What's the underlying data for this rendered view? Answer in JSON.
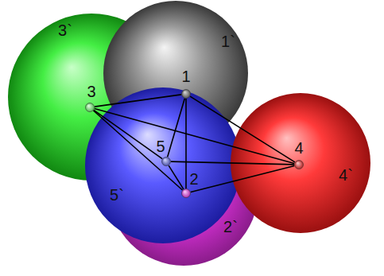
{
  "diagram": {
    "nodes": [
      {
        "text": [
          "3`"
        ]
      },
      {
        "text": [
          "3"
        ],
        "in": 0
      },
      {
        "text": [
          "1`"
        ]
      },
      {
        "text": [
          "1"
        ],
        "in": 2
      },
      {
        "text": [
          "5`"
        ]
      },
      {
        "text": [
          "5"
        ],
        "in": 4
      },
      {
        "text": [
          "2`"
        ]
      },
      {
        "text": [
          "2"
        ],
        "in": 6
      },
      {
        "text": [
          "4`"
        ]
      },
      {
        "text": [
          "4"
        ],
        "in": 8
      }
    ],
    "edges": [
      {
        "from": 1,
        "to": 3,
        "arrow": "none"
      },
      {
        "from": 1,
        "to": 9,
        "arrow": "none"
      },
      {
        "from": 1,
        "to": 5,
        "arrow": "none"
      },
      {
        "from": 1,
        "to": 7,
        "arrow": "none"
      },
      {
        "from": 3,
        "to": 9,
        "arrow": "none"
      },
      {
        "from": 3,
        "to": 5,
        "arrow": "none"
      },
      {
        "from": 3,
        "to": 7,
        "arrow": "none"
      },
      {
        "from": 5,
        "to": 9,
        "arrow": "none"
      },
      {
        "from": 7,
        "to": 9,
        "arrow": "none"
      },
      {
        "from": 5,
        "to": 7,
        "arrow": "none"
      }
    ]
  }
}
